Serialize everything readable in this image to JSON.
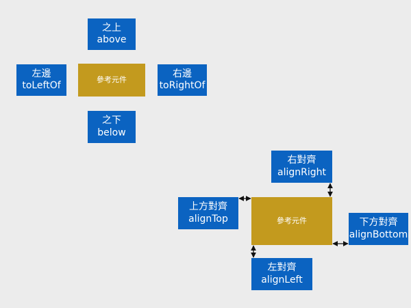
{
  "top_diagram": {
    "reference": {
      "label": "參考元件"
    },
    "above": {
      "zh": "之上",
      "en": "above"
    },
    "left": {
      "zh": "左邊",
      "en": "toLeftOf"
    },
    "right": {
      "zh": "右邊",
      "en": "toRightOf"
    },
    "below": {
      "zh": "之下",
      "en": "below"
    }
  },
  "bottom_diagram": {
    "reference": {
      "label": "參考元件"
    },
    "align_right": {
      "zh": "右對齊",
      "en": "alignRight"
    },
    "align_top": {
      "zh": "上方對齊",
      "en": "alignTop"
    },
    "align_bottom": {
      "zh": "下方對齊",
      "en": "alignBottom"
    },
    "align_left": {
      "zh": "左對齊",
      "en": "alignLeft"
    }
  },
  "colors": {
    "background": "#ececec",
    "label_box": "#0b63c1",
    "reference_box": "#c39a1e",
    "arrow": "#111111"
  }
}
